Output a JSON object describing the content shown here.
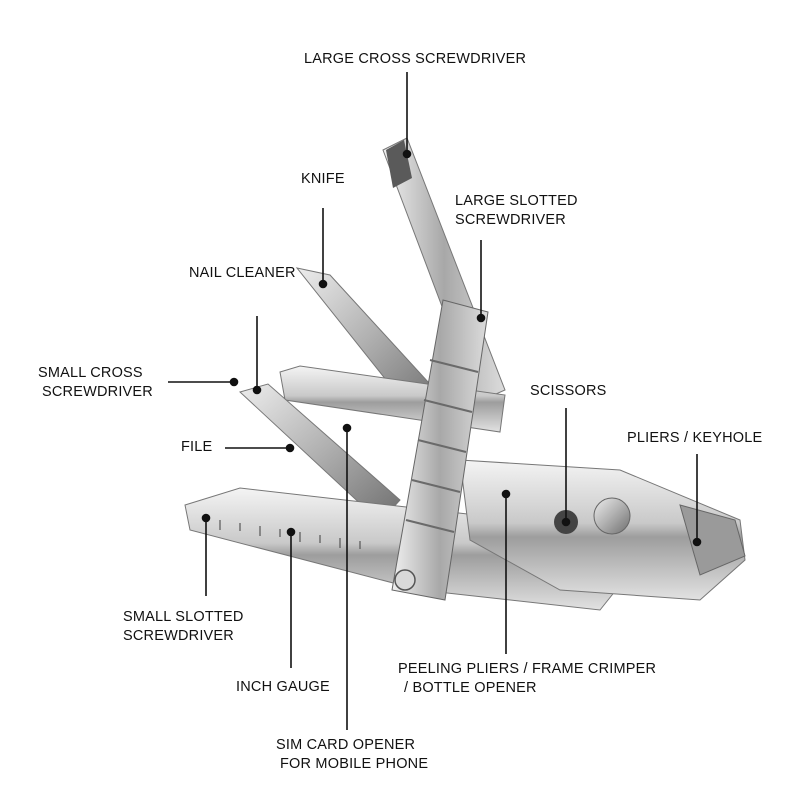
{
  "labels": {
    "large_cross_screwdriver": "LARGE CROSS SCREWDRIVER",
    "knife": "KNIFE",
    "large_slotted_line1": "LARGE SLOTTED",
    "large_slotted_line2": "SCREWDRIVER",
    "nail_cleaner": "NAIL CLEANER",
    "small_cross_line1": "SMALL CROSS",
    "small_cross_line2": "SCREWDRIVER",
    "scissors": "SCISSORS",
    "pliers_keyhole": "PLIERS / KEYHOLE",
    "file": "FILE",
    "small_slotted_line1": "SMALL SLOTTED",
    "small_slotted_line2": "SCREWDRIVER",
    "peeling_line1": "PEELING PLIERS / FRAME CRIMPER",
    "peeling_line2": "/ BOTTLE OPENER",
    "inch_gauge": "INCH GAUGE",
    "sim_line1": "SIM CARD OPENER",
    "sim_line2": "FOR MOBILE PHONE"
  },
  "colors": {
    "line": "#111111",
    "steel_light": "#e8e8e8",
    "steel_mid": "#b9b9b9",
    "steel_dark": "#7a7a7a"
  }
}
